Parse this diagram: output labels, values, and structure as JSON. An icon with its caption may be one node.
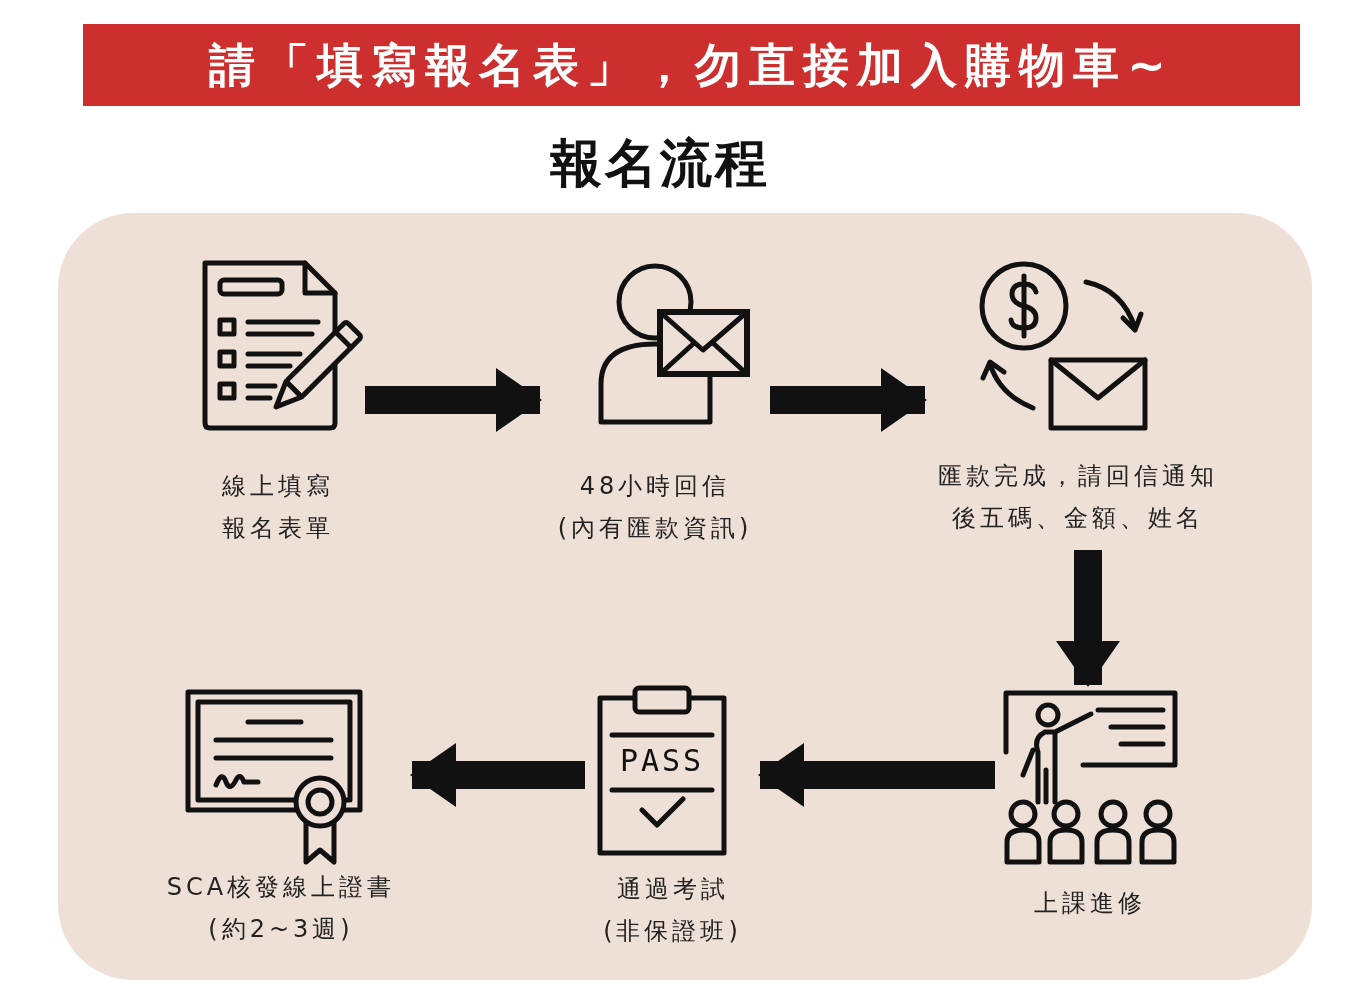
{
  "diagram": {
    "title": "請「填寫報名表」，勿直接加入購物車~",
    "nodes": [
      {
        "text": [
          "線上填寫報名表單"
        ]
      },
      {
        "text": [
          "48小時回信(內有匯款資訊)"
        ]
      },
      {
        "text": [
          "匯款完成，請回信通知後五碼、金額、姓名"
        ]
      },
      {
        "text": [
          "上課進修"
        ]
      },
      {
        "text": [
          "PASS",
          "通過考試(非保證班)"
        ]
      },
      {
        "text": [
          "SCA核發線上證書(約2~3週)"
        ]
      }
    ],
    "edges": [
      {
        "from": 0,
        "to": 1,
        "arrow": "to"
      },
      {
        "from": 1,
        "to": 2,
        "arrow": "to"
      },
      {
        "from": 2,
        "to": 3,
        "arrow": "to"
      },
      {
        "from": 3,
        "to": 4,
        "arrow": "to"
      },
      {
        "from": 4,
        "to": 5,
        "arrow": "to"
      }
    ],
    "labels": [
      "報名流程"
    ]
  }
}
